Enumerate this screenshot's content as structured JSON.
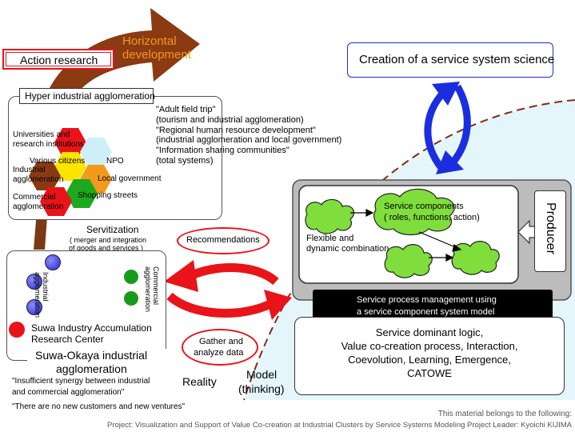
{
  "action_research": "Action research",
  "horizontal_development": [
    "Horizontal",
    "development"
  ],
  "creation_title": "Creation of a service system science",
  "hyper": {
    "title": "Hyper industrial agglomeration",
    "labels": {
      "universities": [
        "Universities and",
        "research institutions"
      ],
      "citizens": "Various citizens",
      "npo": "NPO",
      "industrial": [
        "Industrial",
        "agglomeration"
      ],
      "local_gov": "Local government",
      "commercial": [
        "Commercial",
        "agglomeration"
      ],
      "shopping": "Shopping streets"
    },
    "quotes": [
      "\"Adult field trip\"",
      "(tourism and industrial agglomeration)",
      "\"Regional human resource development\"",
      "(industrial agglomeration and local government)",
      "\"Information sharing communities\"",
      "(total systems)"
    ]
  },
  "servitization": {
    "title": "Servitization",
    "sub": [
      "( merger and integration",
      "of goods and services )"
    ]
  },
  "suwa": {
    "industrial_label": [
      "Industrial",
      "agglomeration"
    ],
    "commercial_label": [
      "Commercial",
      "agglomeration"
    ],
    "center": [
      "Suwa Industry Accumulation",
      "Research Center"
    ],
    "title": [
      "Suwa-Okaya industrial",
      "agglomeration"
    ],
    "issues": [
      "\"Insufficient synergy between industrial",
      "and commercial agglomeration\"",
      "\"There are no new customers and new ventures\""
    ]
  },
  "recommendations": "Recommendations",
  "gather": [
    "Gather and",
    "analyze data"
  ],
  "reality": "Reality",
  "model": [
    "Model",
    "(thinking)"
  ],
  "service_components": [
    "Service components",
    "( roles, functions, action)"
  ],
  "flexible": [
    "Flexible and",
    "dynamic combination"
  ],
  "producer": "Producer",
  "process_mgmt": [
    "Service process management using",
    "a service component system model"
  ],
  "sdl": [
    "Service dominant logic,",
    "Value co-creation process, Interaction,",
    "Coevolution, Learning, Emergence,",
    "CATOWE"
  ],
  "footer": [
    "This material belongs to the following:",
    "Project: Visualization and Support of Value Co-creation at Industrial Clusters by Service Systems Modeling    Project Leader: Kyoichi KIJIMA"
  ],
  "colors": {
    "dark_red_arrow": "#8b3a12",
    "brown_arrow": "#7a3a18",
    "blue_arrow": "#1a2ee0",
    "red": "#e8141a",
    "light_blue": "#e4f6fb",
    "dashed": "#8a2a10",
    "cloud_green": "#7fde3c",
    "hex_red": "#e8141a",
    "hex_yellow": "#ffe400",
    "hex_orange": "#f39a1a",
    "hex_green": "#1ea81e",
    "hex_brown": "#8a3a12",
    "hex_lightblue": "#cdeff8"
  }
}
